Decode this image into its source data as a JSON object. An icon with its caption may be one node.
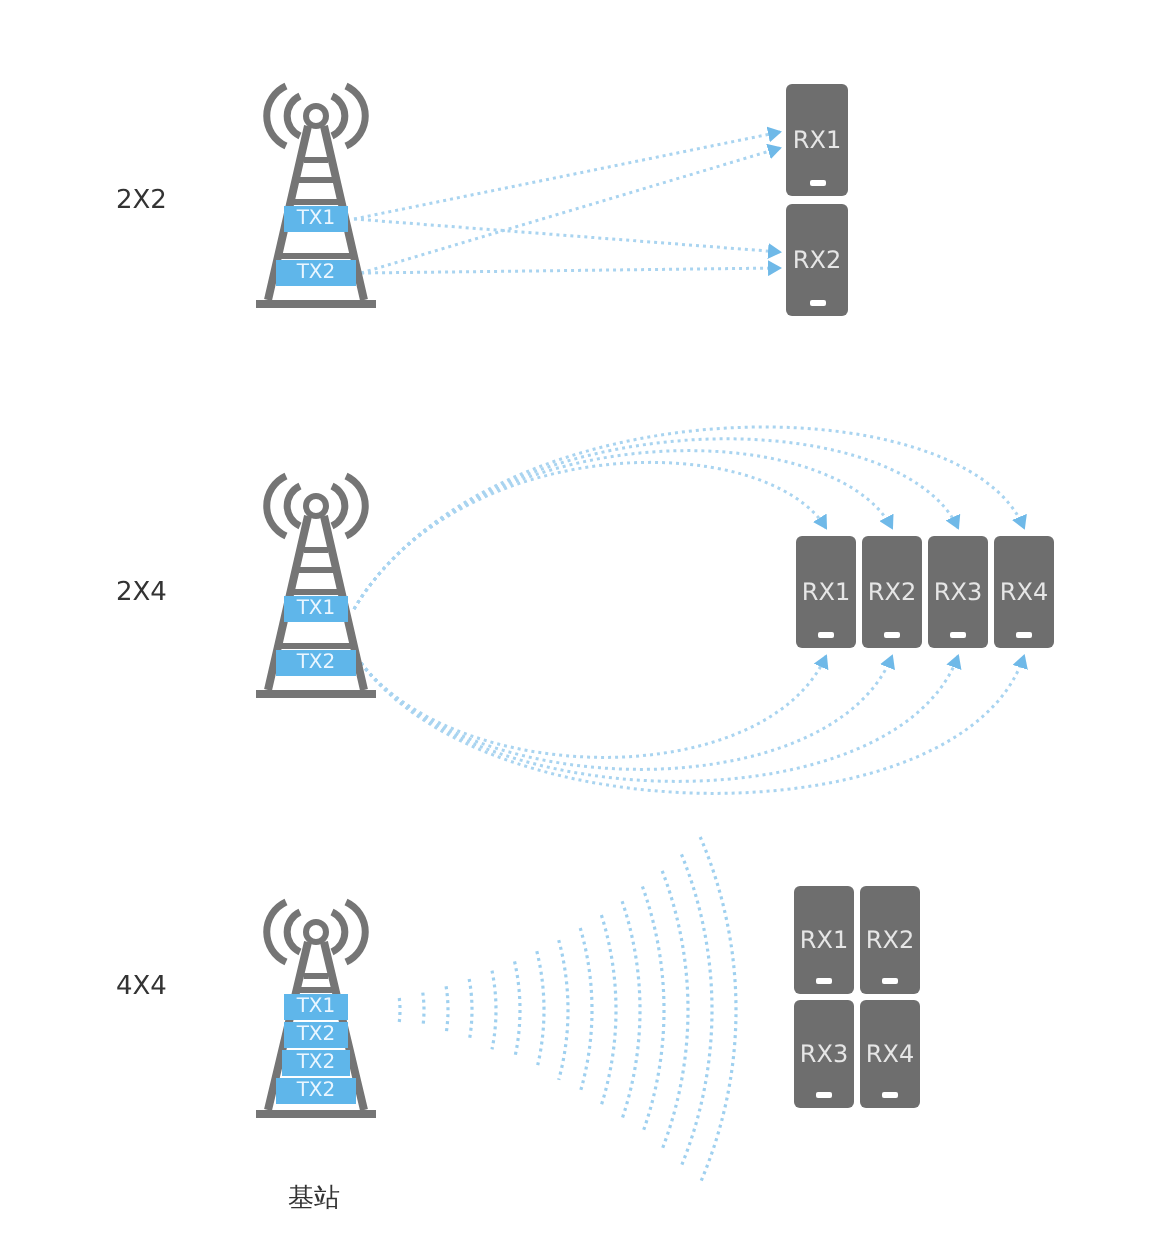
{
  "diagram": {
    "nodes": [
      {
        "text": [
          "TX1"
        ]
      },
      {
        "text": [
          "TX2"
        ]
      },
      {
        "text": [
          "RX1"
        ]
      },
      {
        "text": [
          "RX2"
        ]
      },
      {
        "text": [
          "TX1"
        ]
      },
      {
        "text": [
          "TX2"
        ]
      },
      {
        "text": [
          "RX1"
        ]
      },
      {
        "text": [
          "RX2"
        ]
      },
      {
        "text": [
          "RX3"
        ]
      },
      {
        "text": [
          "RX4"
        ]
      },
      {
        "text": [
          "TX1"
        ]
      },
      {
        "text": [
          "TX2"
        ]
      },
      {
        "text": [
          "TX2"
        ]
      },
      {
        "text": [
          "TX2"
        ]
      },
      {
        "text": [
          "RX1"
        ]
      },
      {
        "text": [
          "RX2"
        ]
      },
      {
        "text": [
          "RX3"
        ]
      },
      {
        "text": [
          "RX4"
        ]
      }
    ],
    "edges": [
      {
        "from": 0,
        "to": 2,
        "arrow": "to",
        "style": "dashed"
      },
      {
        "from": 0,
        "to": 3,
        "arrow": "to",
        "style": "dashed"
      },
      {
        "from": 1,
        "to": 2,
        "arrow": "to",
        "style": "dashed"
      },
      {
        "from": 1,
        "to": 3,
        "arrow": "to",
        "style": "dashed"
      },
      {
        "from": 4,
        "to": 6,
        "arrow": "to",
        "style": "dashed"
      },
      {
        "from": 4,
        "to": 7,
        "arrow": "to",
        "style": "dashed"
      },
      {
        "from": 4,
        "to": 8,
        "arrow": "to",
        "style": "dashed"
      },
      {
        "from": 4,
        "to": 9,
        "arrow": "to",
        "style": "dashed"
      },
      {
        "from": 5,
        "to": 6,
        "arrow": "to",
        "style": "dashed"
      },
      {
        "from": 5,
        "to": 7,
        "arrow": "to",
        "style": "dashed"
      },
      {
        "from": 5,
        "to": 8,
        "arrow": "to",
        "style": "dashed"
      },
      {
        "from": 5,
        "to": 9,
        "arrow": "to",
        "style": "dashed"
      }
    ],
    "labels": [
      "2X2",
      "2X4",
      "4X4",
      "基站"
    ]
  }
}
